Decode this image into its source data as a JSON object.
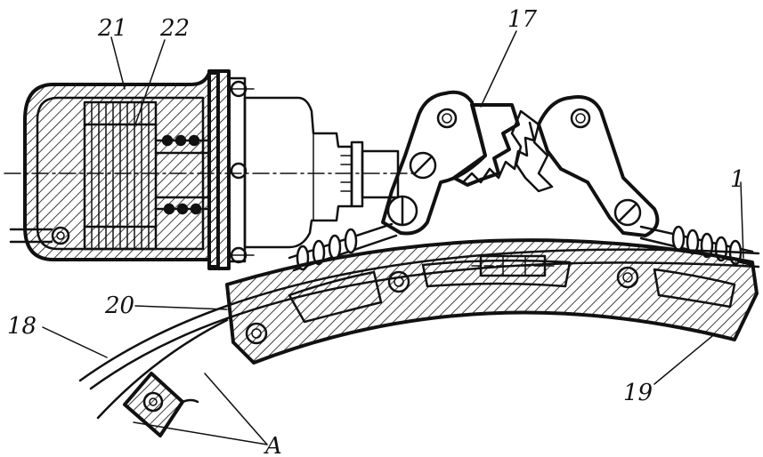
{
  "labels": {
    "l21": "21",
    "l22": "22",
    "l17": "17",
    "l1": "1",
    "l20": "20",
    "l18": "18",
    "l19": "19",
    "lA": "A"
  },
  "colors": {
    "ink": "#111111",
    "paper": "#ffffff"
  }
}
